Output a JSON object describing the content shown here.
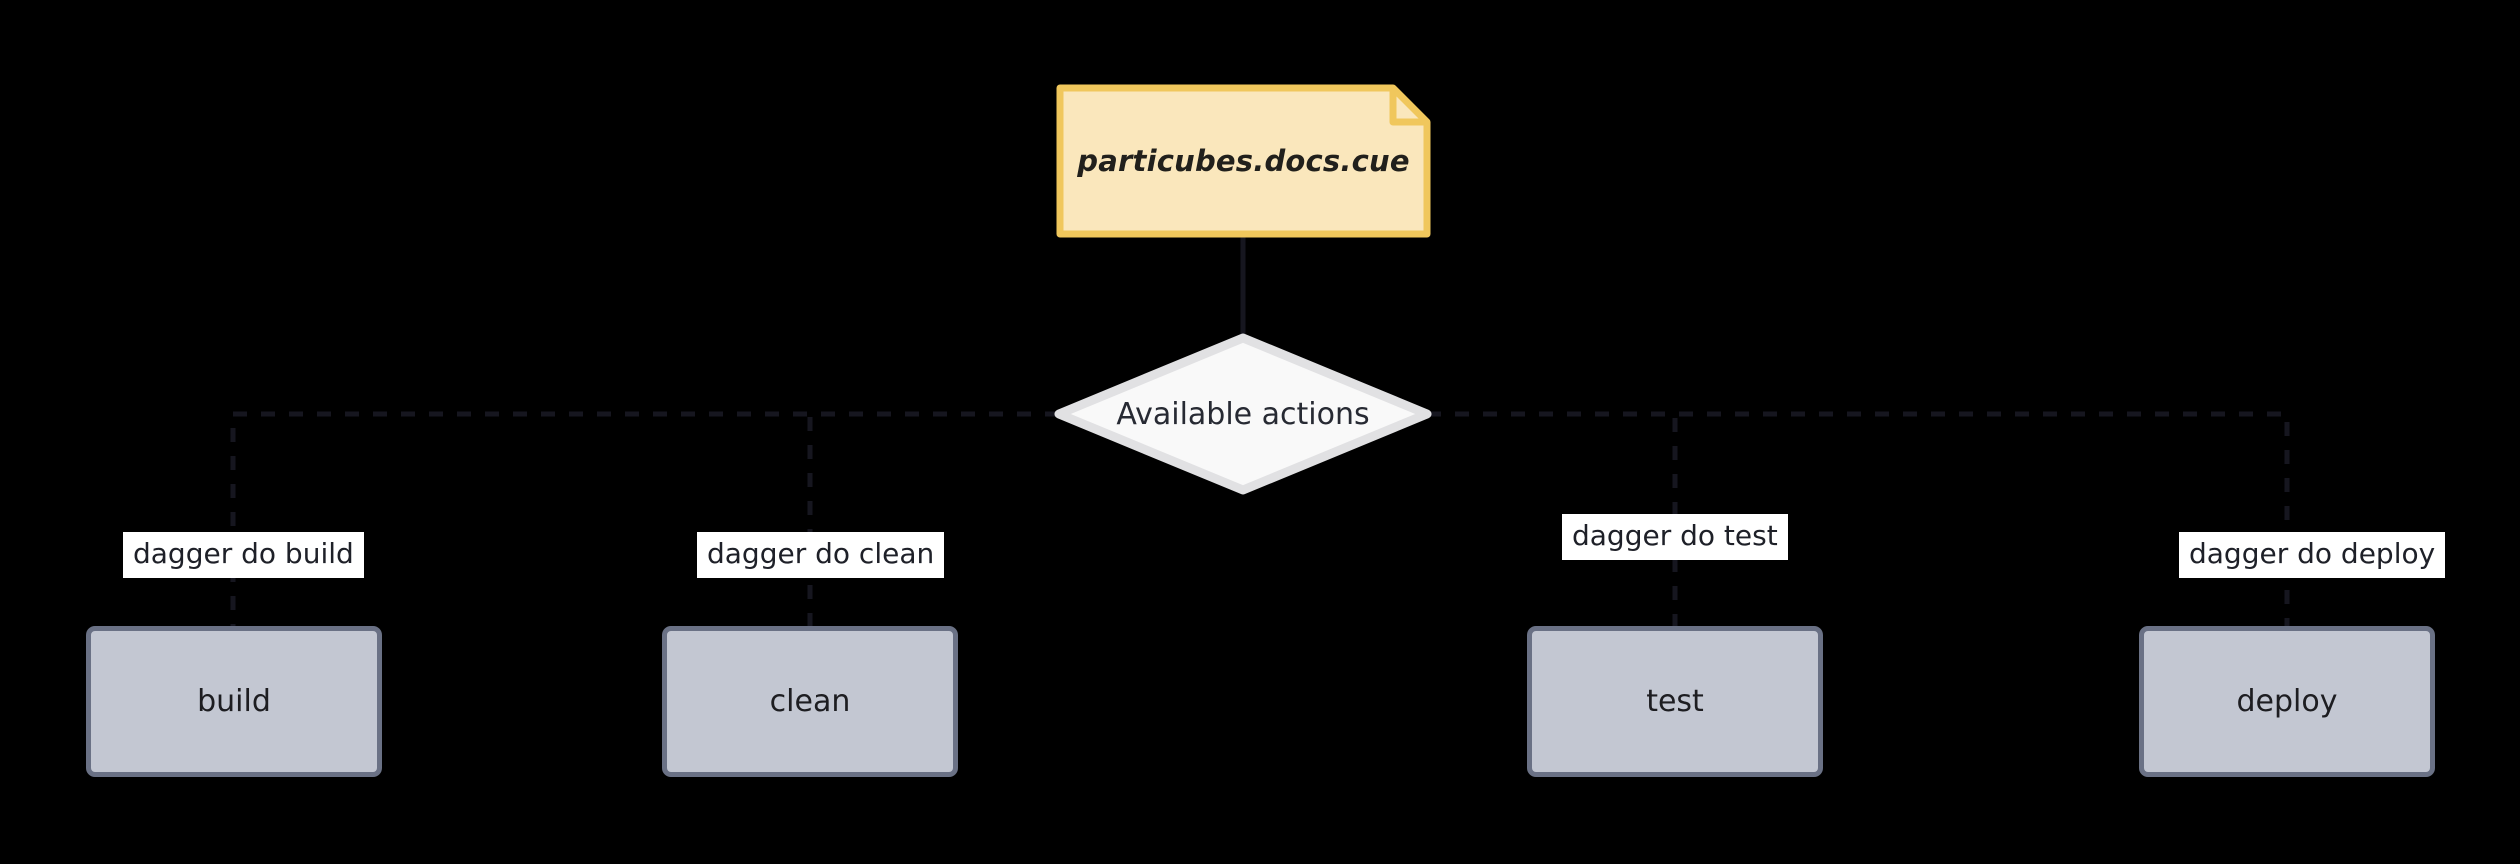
{
  "diagram": {
    "type": "flowchart",
    "background_color": "#000000",
    "root_note": {
      "label": "particubes.docs.cue",
      "shape": "note",
      "fill_color": "#fae7bc",
      "border_color": "#f0c75c",
      "text_color": "#21201c"
    },
    "decision": {
      "label": "Available actions",
      "shape": "diamond",
      "fill_color": "#f9f9f9",
      "border_color": "#e1e1e3",
      "text_color": "#272a33"
    },
    "edges": [
      {
        "from": "particubes.docs.cue",
        "to": "Available actions",
        "label": "",
        "style": "solid",
        "color": "#16161f"
      },
      {
        "from": "Available actions",
        "to": "build",
        "label": "dagger do build",
        "style": "dashed",
        "color": "#16161f"
      },
      {
        "from": "Available actions",
        "to": "clean",
        "label": "dagger do clean",
        "style": "dashed",
        "color": "#16161f"
      },
      {
        "from": "Available actions",
        "to": "test",
        "label": "dagger do test",
        "style": "dashed",
        "color": "#16161f"
      },
      {
        "from": "Available actions",
        "to": "deploy",
        "label": "dagger do deploy",
        "style": "dashed",
        "color": "#16161f"
      }
    ],
    "actions": [
      {
        "label": "build",
        "shape": "rect",
        "fill_color": "#c3c7d2",
        "border_color": "#6a7185"
      },
      {
        "label": "clean",
        "shape": "rect",
        "fill_color": "#c3c7d2",
        "border_color": "#6a7185"
      },
      {
        "label": "test",
        "shape": "rect",
        "fill_color": "#c3c7d2",
        "border_color": "#6a7185"
      },
      {
        "label": "deploy",
        "shape": "rect",
        "fill_color": "#c3c7d2",
        "border_color": "#6a7185"
      }
    ],
    "edge_labels": {
      "build": "dagger do build",
      "clean": "dagger do clean",
      "test": "dagger do test",
      "deploy": "dagger do deploy"
    }
  }
}
